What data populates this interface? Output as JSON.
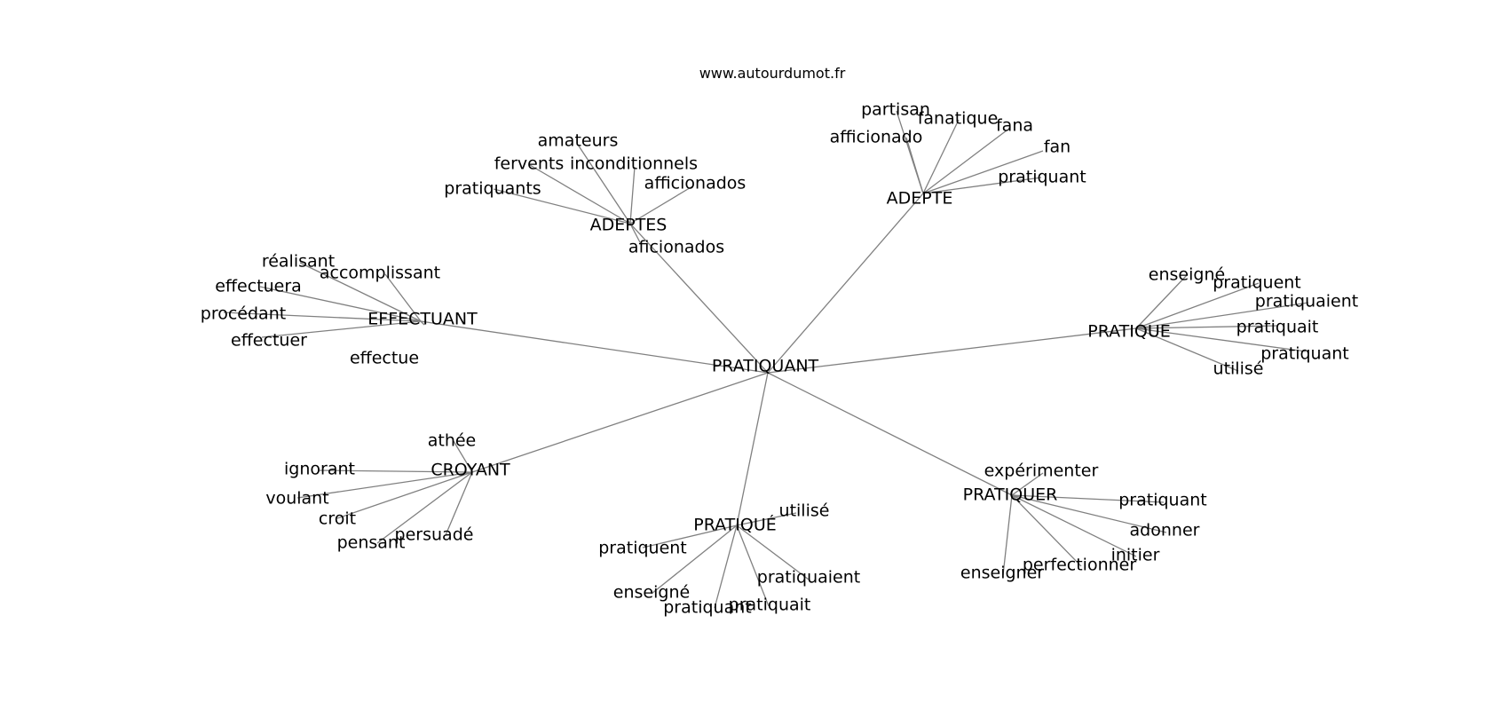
{
  "source": "www.autourdumot.fr",
  "center": "PRATIQUANT",
  "clusters": [
    {
      "hub": "ADEPTES",
      "words": [
        "amateurs",
        "fervents",
        "inconditionnels",
        "pratiquants",
        "afficionados",
        "aficionados"
      ]
    },
    {
      "hub": "ADEPTE",
      "words": [
        "partisan",
        "fanatique",
        "fana",
        "afficionado",
        "fan",
        "pratiquant"
      ]
    },
    {
      "hub": "EFFECTUANT",
      "words": [
        "réalisant",
        "accomplissant",
        "effectuera",
        "procédant",
        "effectuer",
        "effectue"
      ]
    },
    {
      "hub": "PRATIQUE",
      "words": [
        "enseigné",
        "pratiquent",
        "pratiquaient",
        "pratiquait",
        "pratiquant",
        "utilisé"
      ]
    },
    {
      "hub": "CROYANT",
      "words": [
        "athée",
        "ignorant",
        "voulant",
        "croit",
        "pensant",
        "persuadé"
      ]
    },
    {
      "hub": "PRATIQUÉ",
      "words": [
        "utilisé",
        "pratiquent",
        "enseigné",
        "pratiquant",
        "pratiquait",
        "pratiquaient"
      ]
    },
    {
      "hub": "PRATIQUER",
      "words": [
        "expérimenter",
        "pratiquant",
        "adonner",
        "initier",
        "perfectionner",
        "enseigner"
      ]
    }
  ]
}
